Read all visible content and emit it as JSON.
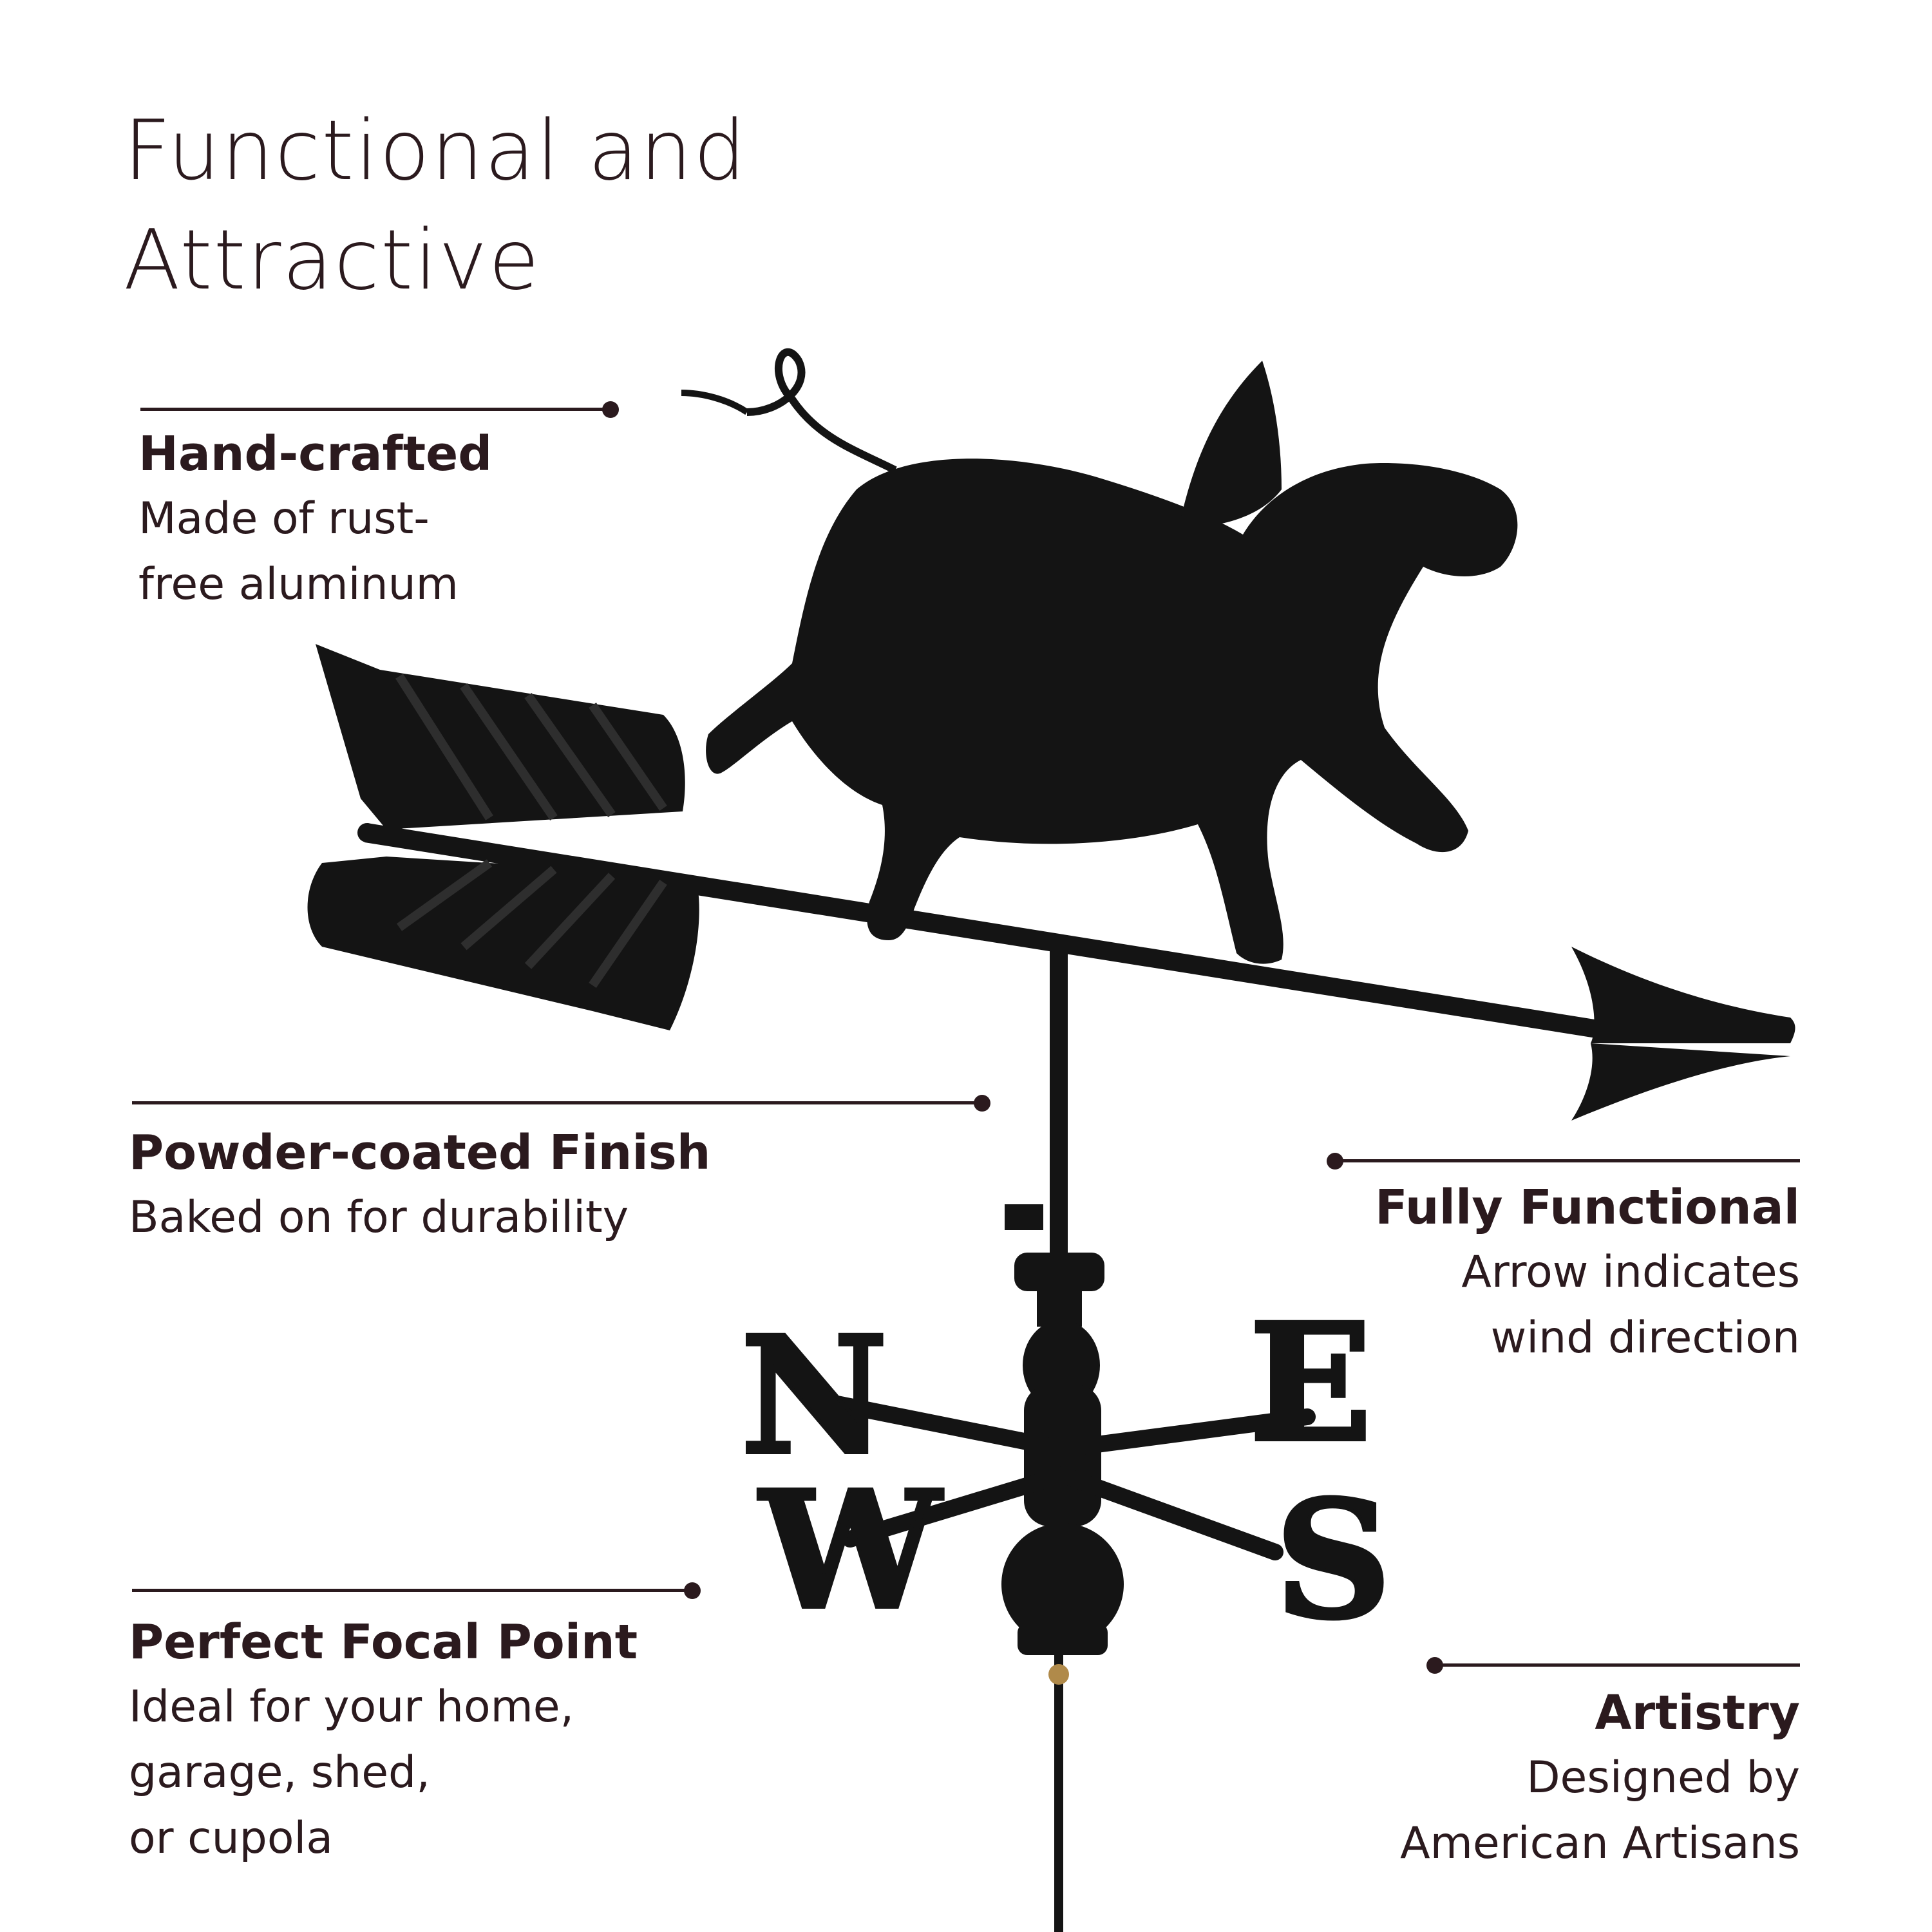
{
  "title": {
    "line1": "Functional and",
    "line2": "Attractive"
  },
  "callouts": [
    {
      "heading": "Hand-crafted",
      "lines": [
        "Made of rust-",
        "free aluminum"
      ]
    },
    {
      "heading": "Powder-coated Finish",
      "lines": [
        "Baked on for durability"
      ]
    },
    {
      "heading": "Perfect Focal Point",
      "lines": [
        "Ideal for your home,",
        "garage, shed,",
        "or cupola"
      ]
    },
    {
      "heading": "Fully Functional",
      "lines": [
        "Arrow indicates",
        "wind direction"
      ]
    },
    {
      "heading": "Artistry",
      "lines": [
        "Designed by",
        "American Artisans"
      ]
    }
  ],
  "compass": {
    "n": "N",
    "e": "E",
    "s": "S",
    "w": "W"
  },
  "colors": {
    "text": "#2b1a1e",
    "metal": "#141414",
    "background": "#ffffff"
  }
}
